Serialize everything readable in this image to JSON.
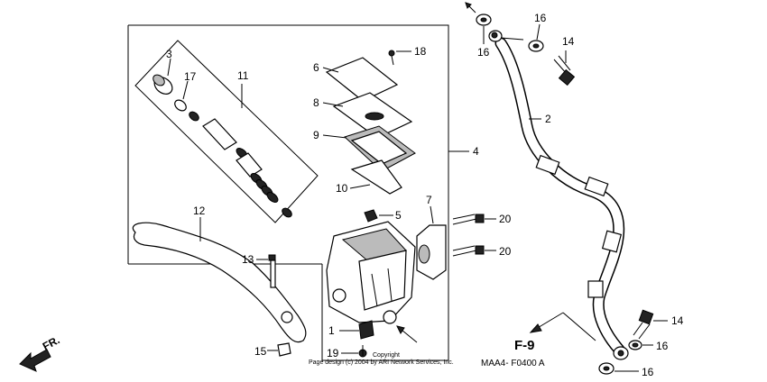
{
  "callouts": {
    "c1": "1",
    "c2": "2",
    "c3": "3",
    "c4": "4",
    "c5": "5",
    "c6": "6",
    "c7": "7",
    "c8": "8",
    "c9": "9",
    "c10": "10",
    "c11": "11",
    "c12": "12",
    "c13": "13",
    "c14a": "14",
    "c14b": "14",
    "c15": "15",
    "c16a": "16",
    "c16b": "16",
    "c16c": "16",
    "c16d": "16",
    "c17": "17",
    "c18": "18",
    "c19": "19",
    "c20a": "20",
    "c20b": "20"
  },
  "fr_label": "FR.",
  "ref_label": "F-9",
  "diagram_code": "MAA4- F0400 A",
  "copyright_line1": "Copyright",
  "copyright_line2": "Page design (c) 2004 by ARI Network Services, Inc."
}
